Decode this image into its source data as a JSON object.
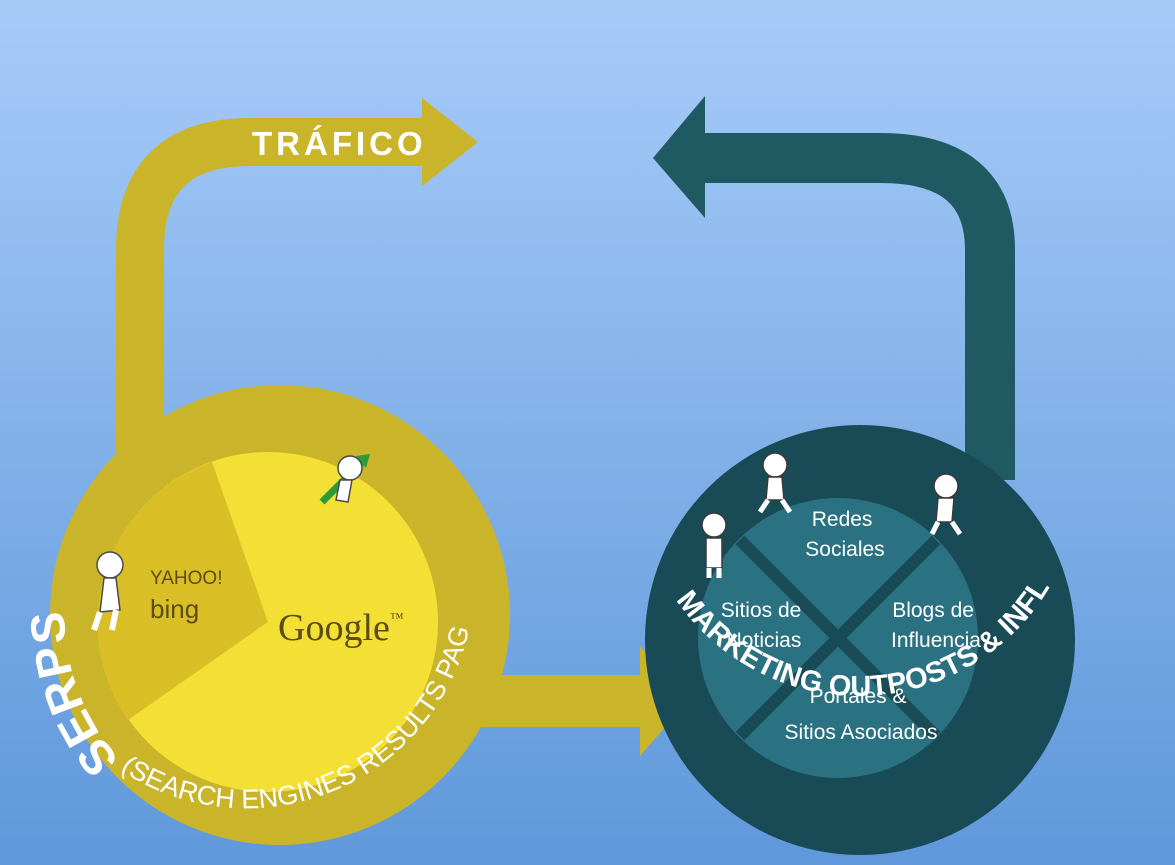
{
  "colors": {
    "gold": "#c9b42a",
    "gold_dark": "#b39f1f",
    "pie_google": "#f4e035",
    "pie_small": "#d9bf25",
    "teal_arrow": "#1f5a62",
    "teal_ring": "#184b55",
    "teal_inner": "#2a7182",
    "white": "#ffffff"
  },
  "top_arrow_label": "TRÁFICO",
  "left_circle": {
    "title": "SERPS",
    "subtitle": "(SEARCH ENGINES RESULTS PAGES)",
    "engines": {
      "yahoo": "YAHOO!",
      "bing": "bing",
      "google": "Google",
      "tm": "™"
    }
  },
  "right_circle": {
    "title": "MARKETING OUTPOSTS & INFLUENCER WEBSITES",
    "quadrants": {
      "top": [
        "Redes",
        "Sociales"
      ],
      "left": [
        "Sitios de",
        "Noticias"
      ],
      "right": [
        "Blogs de",
        "Influencia"
      ],
      "bottom": [
        "Portales &",
        "Sitios Asociados"
      ]
    }
  },
  "icons": [
    "person-leaning-icon",
    "person-climbing-icon",
    "person-walking-icon",
    "person-arms-crossed-icon",
    "person-running-icon"
  ]
}
